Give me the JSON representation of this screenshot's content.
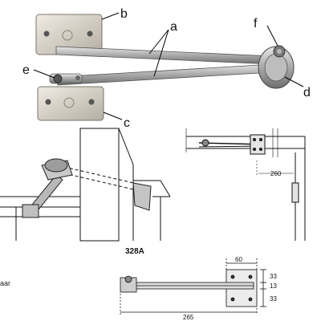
{
  "labels": {
    "a": "a",
    "b": "b",
    "c": "c",
    "d": "d",
    "e": "e",
    "f": "f"
  },
  "model": "328A",
  "dimensions": {
    "side_offset": "260",
    "plate_width": "60",
    "hole_spacing_top": "33",
    "hole_spacing_mid": "13",
    "hole_spacing_bottom": "33",
    "total_length": "265"
  },
  "side_text": "aar"
}
